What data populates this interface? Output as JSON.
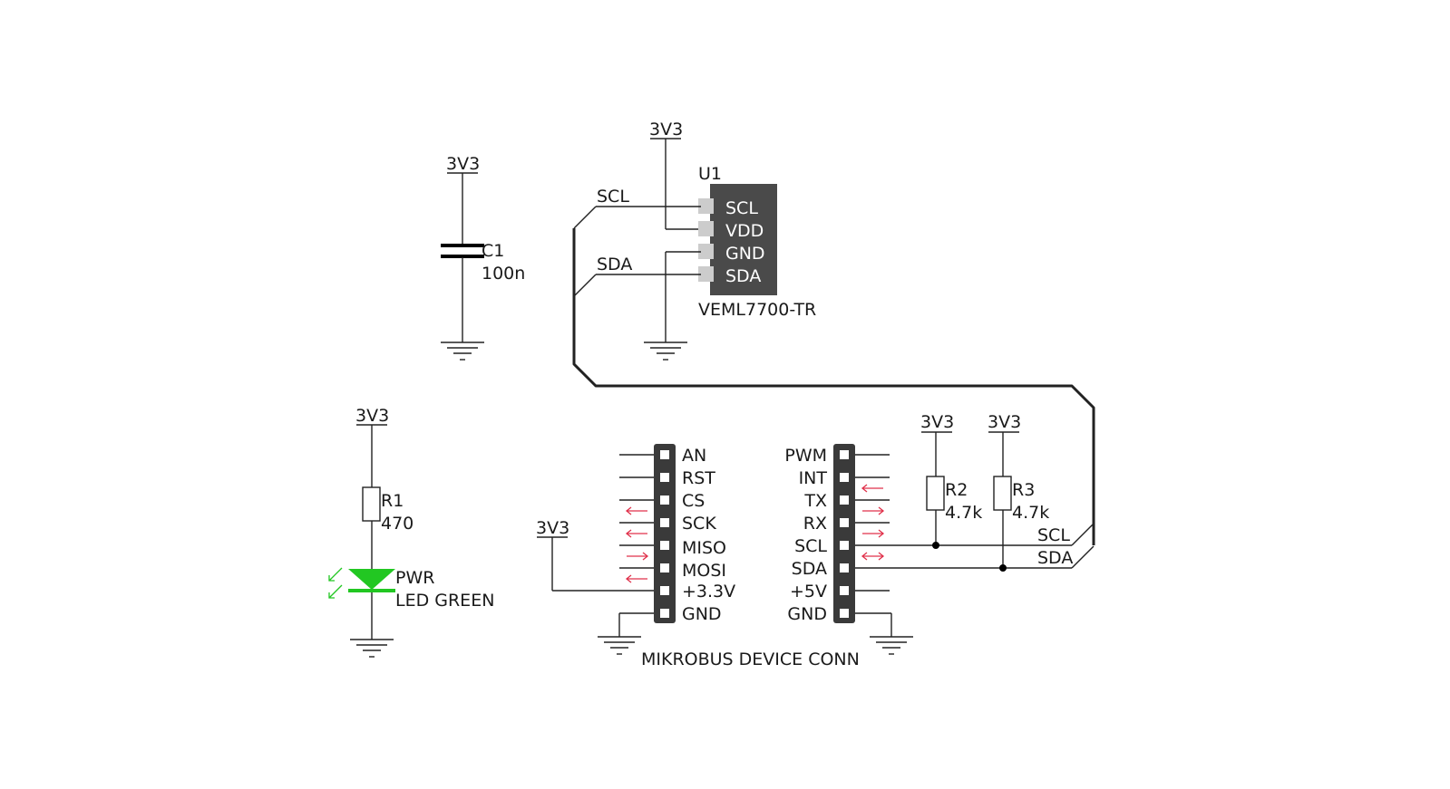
{
  "colors": {
    "ink": "#222222",
    "chip_fill": "#4a4a4a",
    "pin_pad": "#cccccc",
    "led_green": "#22c722",
    "signal_arrow": "#e0304a",
    "header_pin": "#3a3a3a"
  },
  "capacitor": {
    "supply": "3V3",
    "ref": "C1",
    "value": "100n"
  },
  "sensor": {
    "supply": "3V3",
    "ref": "U1",
    "part": "VEML7700-TR",
    "pins": [
      "SCL",
      "VDD",
      "GND",
      "SDA"
    ],
    "net_scl": "SCL",
    "net_sda": "SDA"
  },
  "led_circuit": {
    "supply": "3V3",
    "resistor_ref": "R1",
    "resistor_value": "470",
    "led_ref": "PWR",
    "led_value": "LED GREEN"
  },
  "pullups": {
    "r2": {
      "supply": "3V3",
      "ref": "R2",
      "value": "4.7k"
    },
    "r3": {
      "supply": "3V3",
      "ref": "R3",
      "value": "4.7k"
    }
  },
  "connector": {
    "title": "MIKROBUS DEVICE CONN",
    "supply": "3V3",
    "left_pins": [
      "AN",
      "RST",
      "CS",
      "SCK",
      "MISO",
      "MOSI",
      "+3.3V",
      "GND"
    ],
    "right_pins": [
      "PWM",
      "INT",
      "TX",
      "RX",
      "SCL",
      "SDA",
      "+5V",
      "GND"
    ],
    "bus_scl": "SCL",
    "bus_sda": "SDA"
  }
}
